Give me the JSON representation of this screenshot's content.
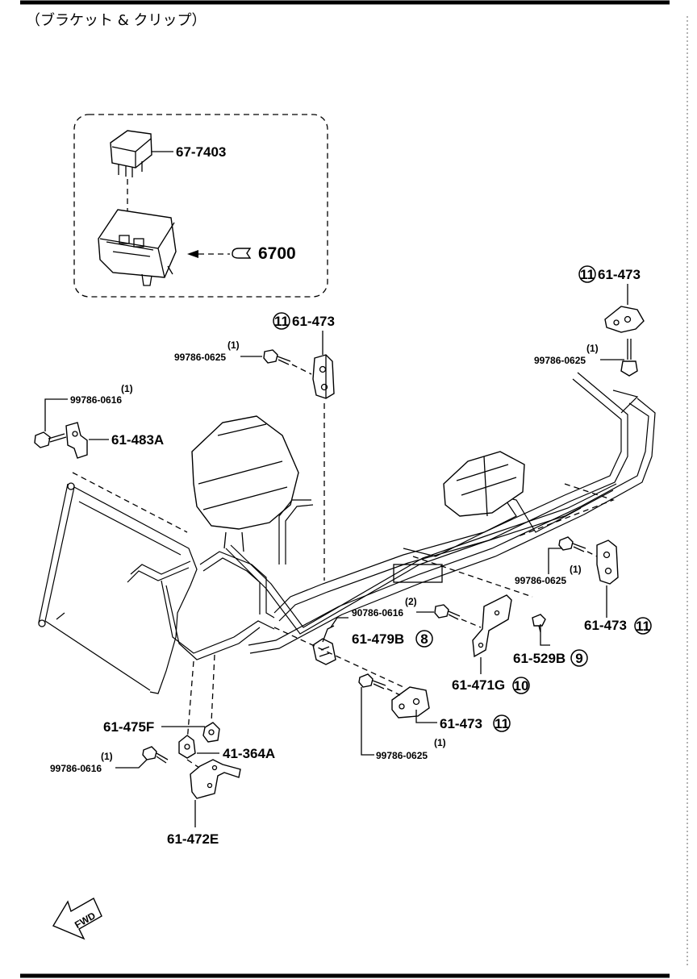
{
  "title": "（ブラケット & クリップ）",
  "callouts": {
    "relay": "67-7403",
    "ref": "6700",
    "c1_part": "61-473",
    "c1_num": "11",
    "c2_part": "61-473",
    "c2_num": "11",
    "c3_part": "61-473",
    "c3_num": "11",
    "c4_part": "61-473",
    "c4_num": "11",
    "b1_part": "99786-0625",
    "b1_qty": "(1)",
    "b2_part": "99786-0625",
    "b2_qty": "(1)",
    "b3_part": "99786-0625",
    "b3_qty": "(1)",
    "b4_part": "99786-0625",
    "b4_qty": "(1)",
    "b5_part": "99786-0616",
    "b5_qty": "(1)",
    "b6_part": "99786-0616",
    "b6_qty": "(1)",
    "b7_part": "90786-0616",
    "b7_qty": "(2)",
    "p483": "61-483A",
    "p479": "61-479B",
    "p479_num": "8",
    "p529": "61-529B",
    "p529_num": "9",
    "p471": "61-471G",
    "p471_num": "10",
    "p475": "61-475F",
    "p364": "41-364A",
    "p472": "61-472E",
    "fwd": "FWD"
  }
}
